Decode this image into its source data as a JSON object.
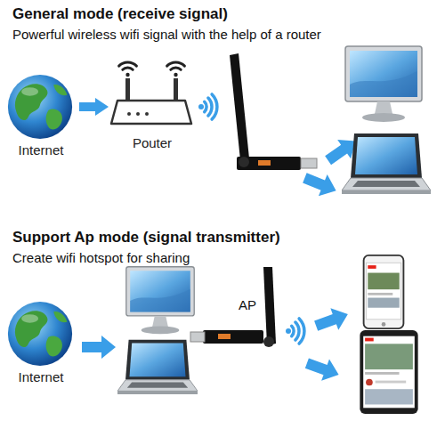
{
  "diagram": {
    "nodes": [
      {
        "text": [
          "Internet"
        ]
      },
      {
        "text": [
          "Pouter"
        ]
      },
      {
        "text": [
          "Internet"
        ]
      }
    ],
    "edges": [
      {
        "from": 0,
        "to": 1,
        "arrow": "to"
      }
    ],
    "labels": [
      "General mode (receive signal)",
      "Powerful wireless wifi signal with the help of a router",
      "Support Ap mode (signal transmitter)",
      "Create wifi hotspot for sharing",
      "AP"
    ]
  }
}
